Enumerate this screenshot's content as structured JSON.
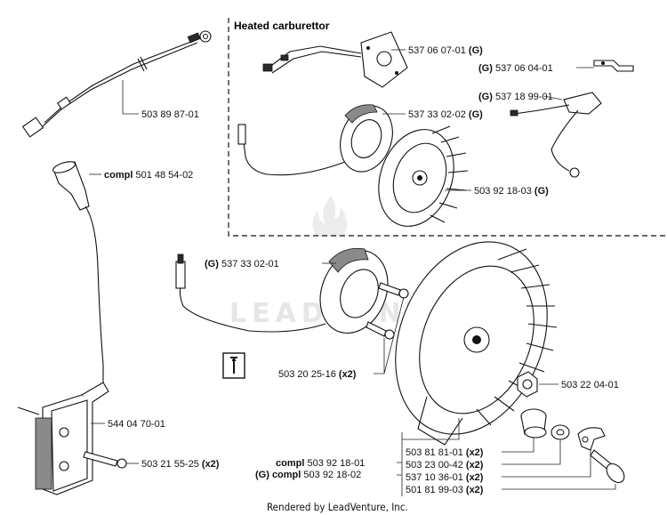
{
  "section": {
    "heading": "Heated carburettor"
  },
  "watermark": "LEADVENTURE",
  "footer": "Rendered by LeadVenture, Inc.",
  "callouts": [
    {
      "id": "wire-harness",
      "prefix": "",
      "number": "503 89 87-01",
      "suffix": ""
    },
    {
      "id": "spark-plug-boot",
      "prefix": "compl",
      "number": "501 48 54-02",
      "suffix": ""
    },
    {
      "id": "heated-plate",
      "prefix": "",
      "number": "537 06 07-01",
      "suffix": "(G)"
    },
    {
      "id": "bracket",
      "prefix": "(G)",
      "number": "537 06 04-01",
      "suffix": ""
    },
    {
      "id": "thermostat",
      "prefix": "(G)",
      "number": "537 18 99-01",
      "suffix": ""
    },
    {
      "id": "heated-generator",
      "prefix": "",
      "number": "537 33 02-02",
      "suffix": "(G)"
    },
    {
      "id": "heated-flywheel",
      "prefix": "",
      "number": "503 92 18-03",
      "suffix": "(G)"
    },
    {
      "id": "generator",
      "prefix": "(G)",
      "number": "537 33 02-01",
      "suffix": ""
    },
    {
      "id": "generator-screw",
      "prefix": "",
      "number": "503 20 25-16",
      "suffix": "(x2)"
    },
    {
      "id": "flywheel-nut",
      "prefix": "",
      "number": "503 22 04-01",
      "suffix": ""
    },
    {
      "id": "ignition-module",
      "prefix": "",
      "number": "544 04 70-01",
      "suffix": ""
    },
    {
      "id": "module-screw",
      "prefix": "",
      "number": "503 21 55-25",
      "suffix": "(x2)"
    },
    {
      "id": "pawl-spring",
      "prefix": "",
      "number": "503 81 81-01",
      "suffix": "(x2)"
    },
    {
      "id": "washer",
      "prefix": "",
      "number": "503 23 00-42",
      "suffix": "(x2)"
    },
    {
      "id": "pawl",
      "prefix": "",
      "number": "537 10 36-01",
      "suffix": "(x2)"
    },
    {
      "id": "pawl-bolt",
      "prefix": "",
      "number": "501 81 99-03",
      "suffix": "(x2)"
    },
    {
      "id": "flywheel-compl",
      "prefix": "compl",
      "number": "503 92 18-01",
      "suffix": ""
    },
    {
      "id": "flywheel-compl-g",
      "prefix": "(G) compl",
      "number": "503 92 18-02",
      "suffix": ""
    }
  ]
}
